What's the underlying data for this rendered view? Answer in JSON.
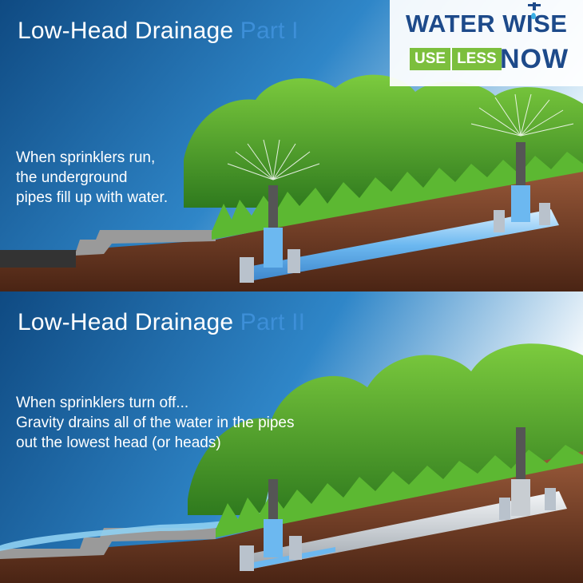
{
  "panel1": {
    "title_main": "Low-Head Drainage",
    "title_part": "Part I",
    "caption_lines": [
      "When sprinklers run,",
      "the underground",
      "pipes fill up with water."
    ]
  },
  "panel2": {
    "title_main": "Low-Head Drainage",
    "title_part": "Part II",
    "caption_lines": [
      "When sprinklers turn off...",
      "Gravity drains all of the water in the pipes",
      "out the lowest head (or heads)"
    ]
  },
  "logo": {
    "top_text": "WATER WISE",
    "use_text": "USE",
    "less_text": "LESS",
    "now_text": "NOW"
  },
  "colors": {
    "title_accent": "#3d8fd8",
    "logo_blue": "#1d4a8a",
    "logo_green": "#7cbf3d",
    "sky_dark": "#0f4a80",
    "soil": "#6a3a24",
    "grass": "#5cb832",
    "pipe_water": "#6cb8f0",
    "pipe_empty": "#c8cdd2"
  },
  "icons": {
    "logo_tap": "faucet-icon",
    "logo_drop": "water-drop-icon"
  }
}
